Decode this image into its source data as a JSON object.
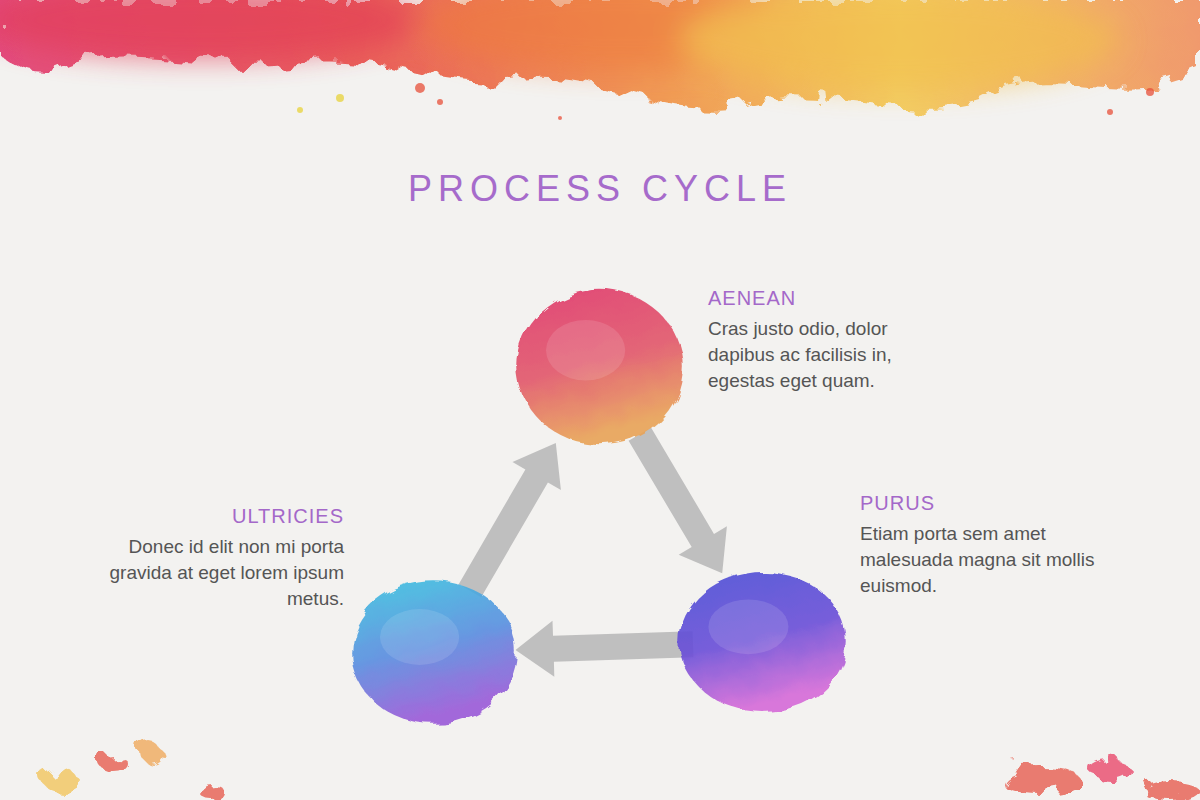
{
  "diagram": {
    "title": "PROCESS CYCLE",
    "nodes": [
      {
        "text": [
          "AENEAN",
          "Cras justo odio, dolor dapibus ac facilisis in, egestas eget quam."
        ]
      },
      {
        "text": [
          "PURUS",
          "Etiam porta sem amet malesuada magna sit mollis euismod."
        ]
      },
      {
        "text": [
          "ULTRICIES",
          "Donec id elit non mi porta gravida at eget lorem ipsum metus."
        ]
      }
    ],
    "edges": [
      {
        "from": 0,
        "to": 1,
        "arrow": "to"
      },
      {
        "from": 1,
        "to": 2,
        "arrow": "to"
      },
      {
        "from": 2,
        "to": 0,
        "arrow": "to"
      }
    ]
  }
}
